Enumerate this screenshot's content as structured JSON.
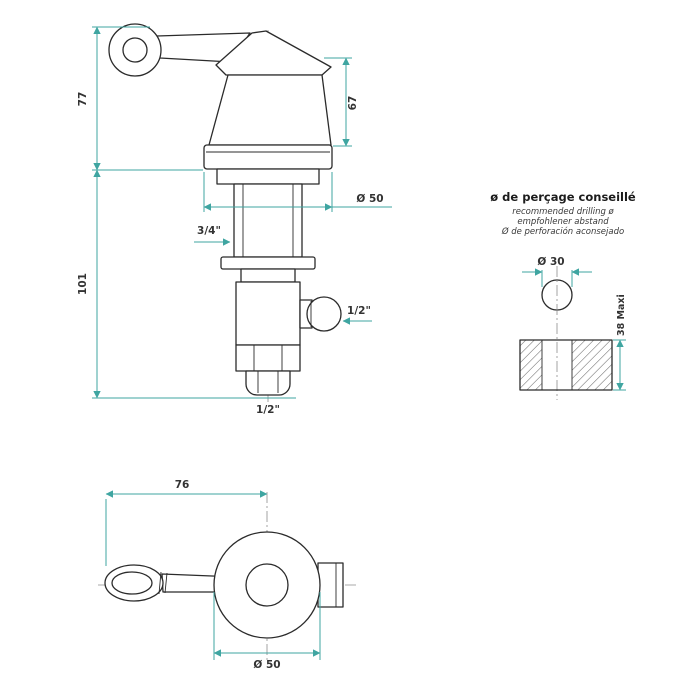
{
  "drawing": {
    "side_view": {
      "dim_handle_height": "77",
      "dim_total_height": "101",
      "dim_cone_height": "67",
      "dim_flange_diameter": "Ø 50",
      "dim_inlet_thread": "3/4\"",
      "dim_side_outlet": "1/2\"",
      "dim_bottom_outlet": "1/2\""
    },
    "drill_panel": {
      "title": "ø de perçage conseillé",
      "subtitle_en": "recommended drilling ø",
      "subtitle_de": "empfohlener abstand",
      "subtitle_es": "Ø de perforación aconsejado",
      "dim_hole_diameter": "Ø 30",
      "dim_max_thickness": "38  Maxi"
    },
    "top_view": {
      "dim_handle_length": "76",
      "dim_body_diameter": "Ø 50"
    }
  },
  "colors": {
    "dimension": "#3fa5a1",
    "line": "#2b2b2b",
    "label": "#333333"
  }
}
